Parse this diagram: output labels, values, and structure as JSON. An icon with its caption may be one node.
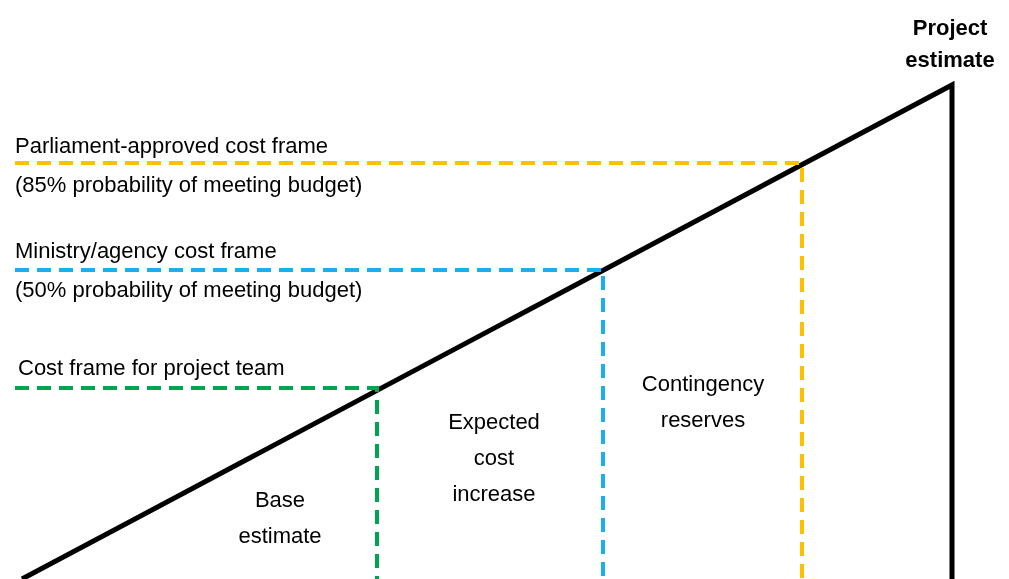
{
  "diagram": {
    "labels": [
      "Project estimate",
      "Parliament-approved cost frame",
      "(85% probability of meeting budget)",
      "Ministry/agency cost frame",
      "(50% probability of meeting budget)",
      "Cost frame for project team",
      "Contingency reserves",
      "Expected cost increase",
      "Base estimate"
    ]
  }
}
